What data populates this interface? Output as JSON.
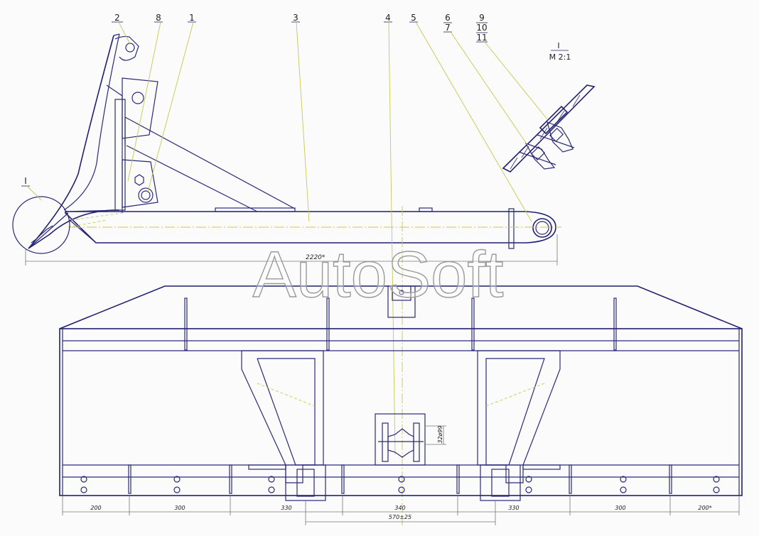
{
  "callouts": [
    "2",
    "8",
    "1",
    "3",
    "4",
    "5",
    "6",
    "7",
    "9",
    "10",
    "11",
    "I"
  ],
  "section_label": {
    "mark": "I",
    "scale": "M 2:1"
  },
  "dimensions": {
    "overall_length": "2220*",
    "bottom": [
      "200",
      "300",
      "330",
      "340",
      "330",
      "300",
      "200*"
    ],
    "center_span": "570±25",
    "pin_dim": "32ø99"
  },
  "watermark": "AutoSoft",
  "colors": {
    "outline": "#2a2a7a",
    "centerline": "#c8c850",
    "background": "#fbfbfb"
  }
}
